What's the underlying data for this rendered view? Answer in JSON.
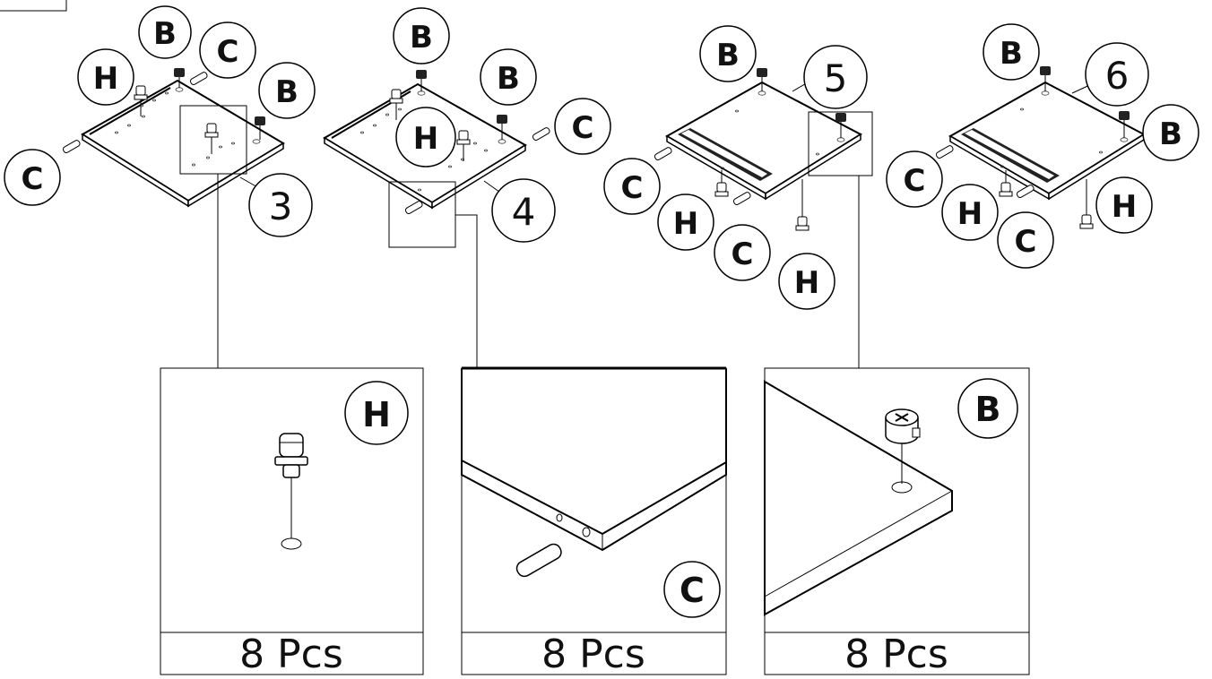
{
  "steps": [
    {
      "number": "3"
    },
    {
      "number": "4"
    },
    {
      "number": "5"
    },
    {
      "number": "6"
    }
  ],
  "part_labels": {
    "cam_lock": "B",
    "dowel": "C",
    "screw": "H"
  },
  "details": [
    {
      "part": "H",
      "quantity": "8 Pcs"
    },
    {
      "part": "C",
      "quantity": "8 Pcs"
    },
    {
      "part": "B",
      "quantity": "8 Pcs"
    }
  ]
}
